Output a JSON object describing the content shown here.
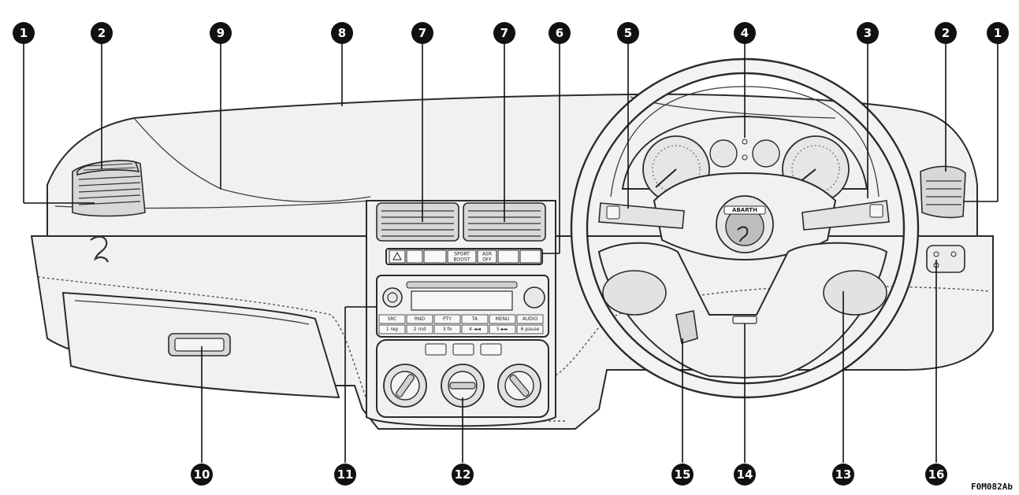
{
  "figure": {
    "code": "F0M082Ab",
    "radio_button_labels": [
      "SRC",
      "RND",
      "PTY",
      "TA",
      "MENU",
      "AUDIO",
      "1 rep",
      "2 rnd",
      "3 fo",
      "4 ◄◄",
      "5 ►►",
      "6 pause"
    ],
    "center_switches": [
      "SPORT",
      "BOOST",
      "ASR",
      "OFF"
    ],
    "badge": "ABARTH"
  },
  "callouts": [
    {
      "id": "left-vent-outer",
      "label": "1"
    },
    {
      "id": "left-vent-top",
      "label": "2"
    },
    {
      "id": "glovebox-top",
      "label": "9"
    },
    {
      "id": "windscreen-vent",
      "label": "8"
    },
    {
      "id": "center-vent-left",
      "label": "7"
    },
    {
      "id": "center-vent-right",
      "label": "7"
    },
    {
      "id": "switch-bank",
      "label": "6"
    },
    {
      "id": "left-stalk",
      "label": "5"
    },
    {
      "id": "instrument-panel",
      "label": "4"
    },
    {
      "id": "right-stalk",
      "label": "3"
    },
    {
      "id": "right-vent-top",
      "label": "2"
    },
    {
      "id": "right-vent-outer",
      "label": "1"
    },
    {
      "id": "glovebox",
      "label": "10"
    },
    {
      "id": "radio",
      "label": "11"
    },
    {
      "id": "climate-controls",
      "label": "12"
    },
    {
      "id": "ignition",
      "label": "13"
    },
    {
      "id": "horn",
      "label": "14"
    },
    {
      "id": "steering-adjust",
      "label": "15"
    },
    {
      "id": "headlamp-adjust",
      "label": "16"
    }
  ]
}
